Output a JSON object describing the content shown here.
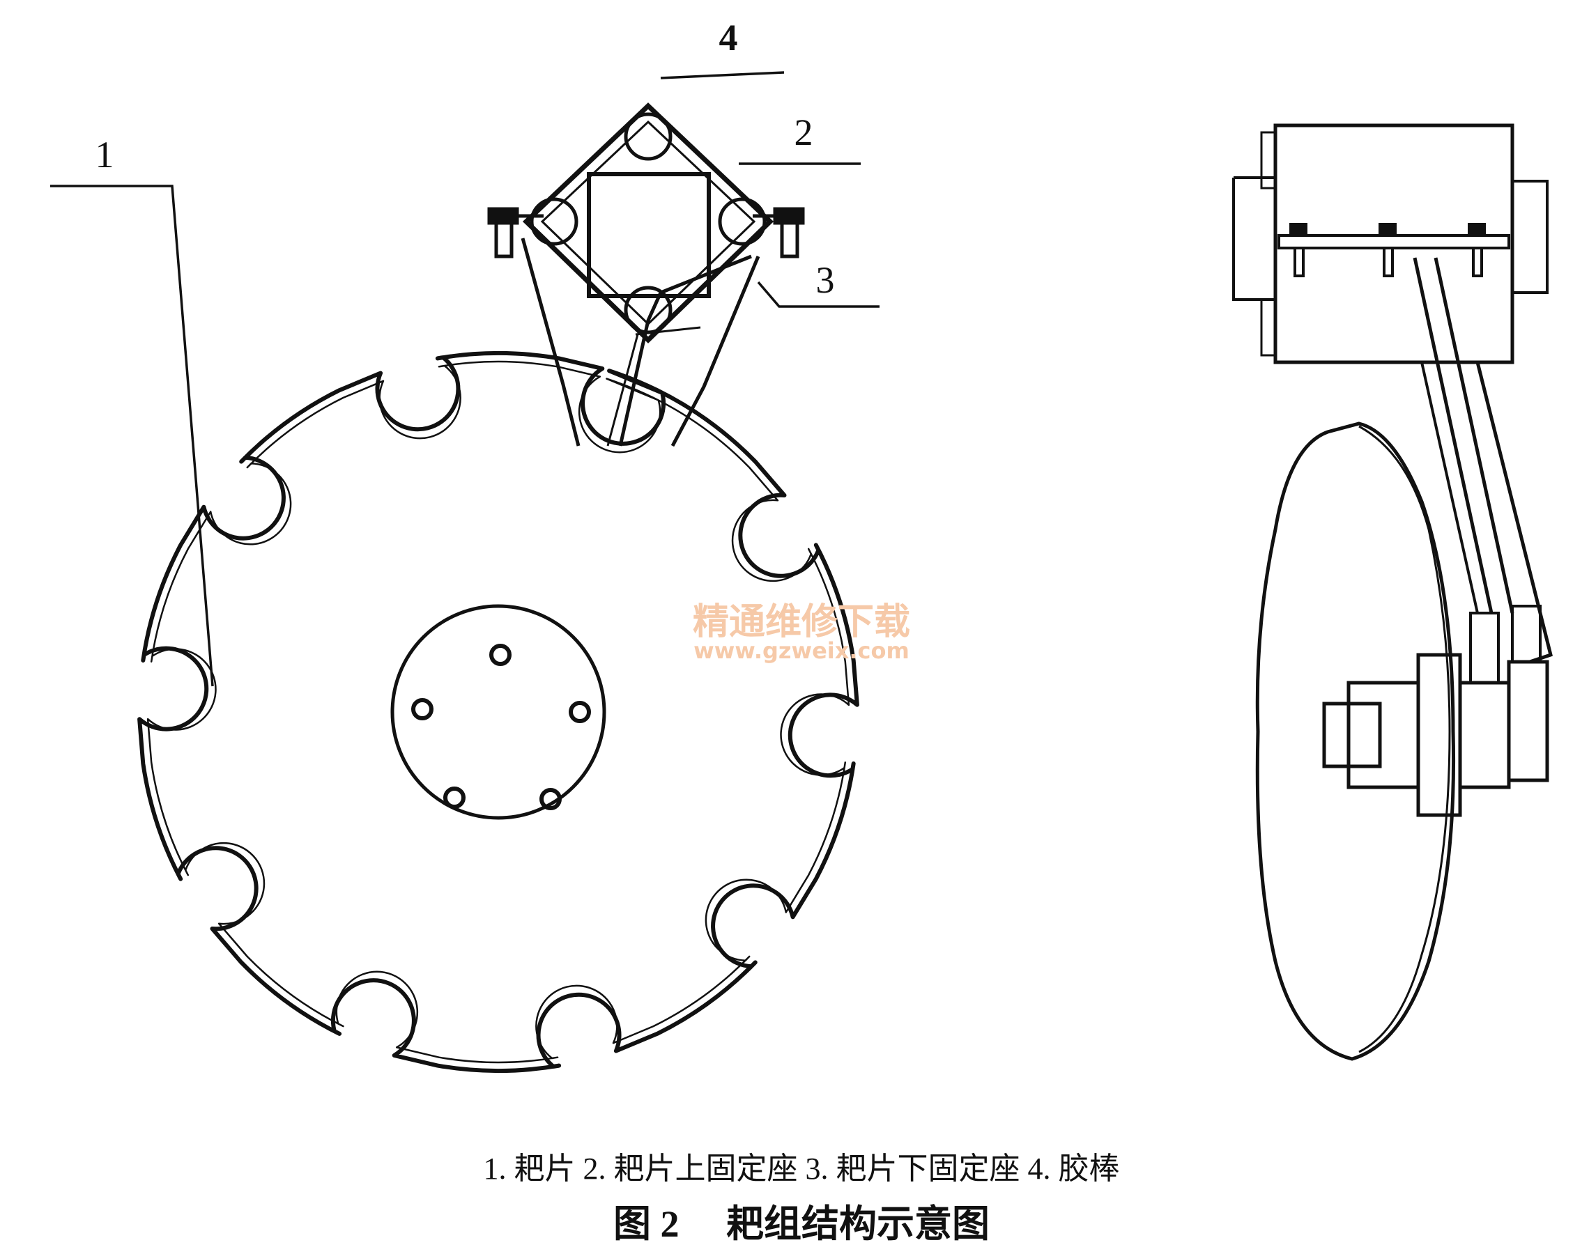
{
  "callouts": {
    "c1": "1",
    "c2": "2",
    "c3": "3",
    "c4": "4"
  },
  "legend": "1. 耙片 2. 耙片上固定座 3. 耙片下固定座 4. 胶棒",
  "caption": "图 2　 耙组结构示意图",
  "watermark": {
    "line1": "精通维修下载",
    "line2": "www.gzweix.com"
  },
  "colors": {
    "ink": "#111111",
    "watermark": "#f6c9a8"
  }
}
